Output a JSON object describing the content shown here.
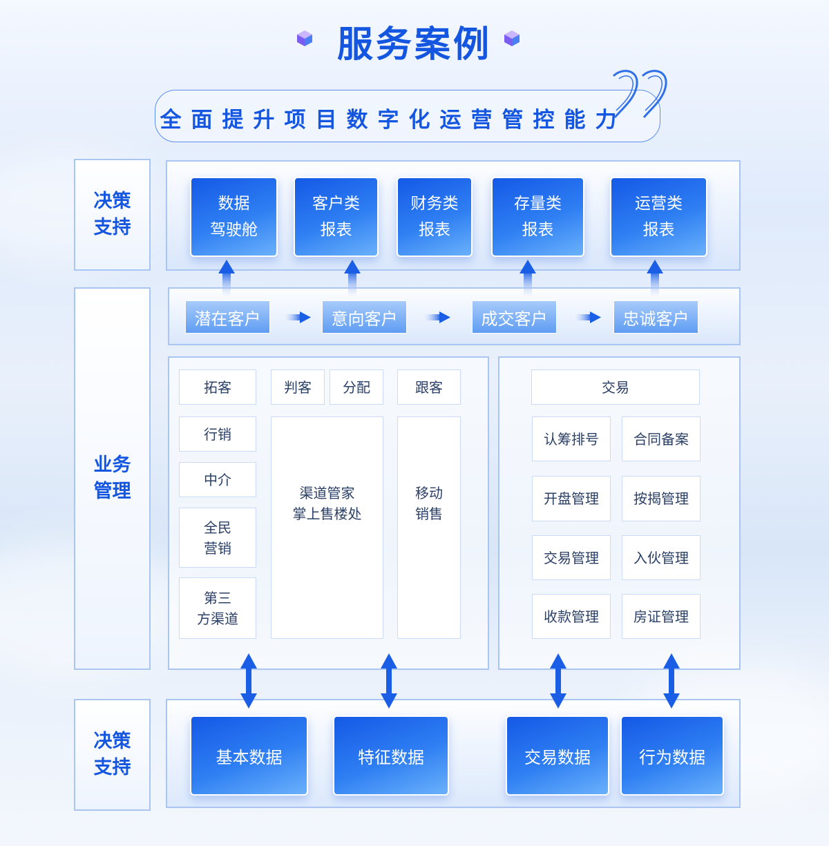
{
  "title": "服务案例",
  "slogan": "全面提升项目数字化运营管控能力",
  "left_labels": {
    "top": "决策\n支持",
    "middle": "业务\n管理",
    "bottom": "决策\n支持"
  },
  "reports": [
    "数据\n驾驶舱",
    "客户类\n报表",
    "财务类\n报表",
    "存量类\n报表",
    "运营类\n报表"
  ],
  "stages": [
    "潜在客户",
    "意向客户",
    "成交客户",
    "忠诚客户"
  ],
  "channels": [
    "拓客",
    "行销",
    "中介",
    "全民\n营销",
    "第三\n方渠道"
  ],
  "judge": "判客",
  "assign": "分配",
  "follow": "跟客",
  "channel_manager": "渠道管家\n掌上售楼处",
  "mobile_sales": "移动\n销售",
  "trade": {
    "header": "交易",
    "items": [
      "认筹排号",
      "合同备案",
      "开盘管理",
      "按揭管理",
      "交易管理",
      "入伙管理",
      "收款管理",
      "房证管理"
    ]
  },
  "data_sources": [
    "基本数据",
    "特征数据",
    "交易数据",
    "行为数据"
  ],
  "colors": {
    "primary": "#1456e0",
    "accent": "#2f7ff3",
    "border": "#a9c6f3"
  }
}
